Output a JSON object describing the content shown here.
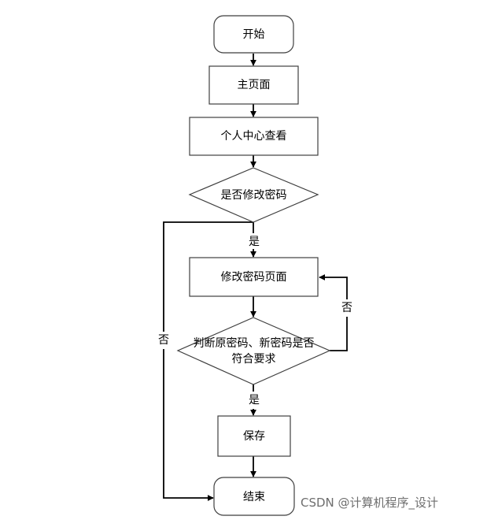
{
  "nodes": {
    "start": "开始",
    "home": "主页面",
    "profile": "个人中心查看",
    "decide_change": "是否修改密码",
    "change_page": "修改密码页面",
    "check_line1": "判断原密码、新密码是否",
    "check_line2": "符合要求",
    "save": "保存",
    "end": "结束"
  },
  "edge_labels": {
    "yes_1": "是",
    "no_back": "否",
    "no_skip": "否",
    "yes_2": "是"
  },
  "watermark": "CSDN @计算机程序_设计",
  "colors": {
    "node_stroke": "#3f3f3f",
    "edge": "#000000",
    "watermark": "#6e6e6e"
  }
}
